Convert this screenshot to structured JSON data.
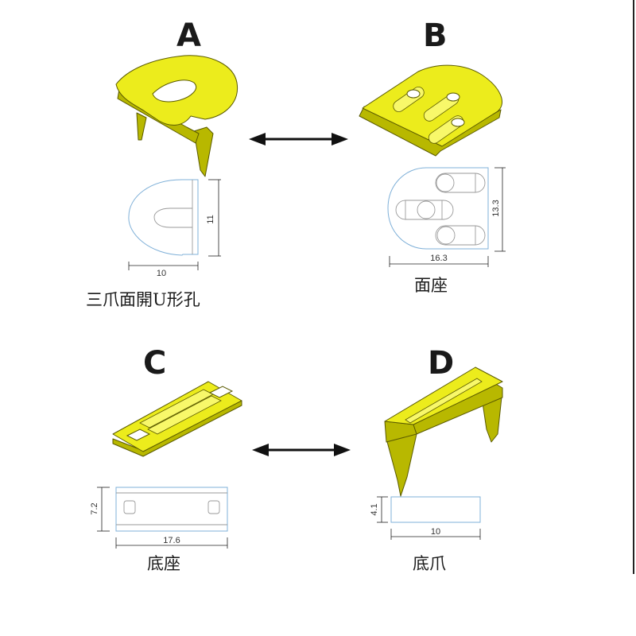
{
  "panels": {
    "A": {
      "letter": "A",
      "dimension_width": "10",
      "dimension_height": "11",
      "caption": "三爪面開U形孔"
    },
    "B": {
      "letter": "B",
      "dimension_width": "16.3",
      "dimension_height": "13.3",
      "caption": "面座"
    },
    "C": {
      "letter": "C",
      "dimension_width": "17.6",
      "dimension_height": "7.2",
      "caption": "底座"
    },
    "D": {
      "letter": "D",
      "dimension_width": "10",
      "dimension_height": "4.1",
      "caption": "底爪"
    }
  },
  "colors": {
    "part_fill": "#ecec1c",
    "part_shadow": "#b8b800",
    "drawing_outline": "#7fb0d8",
    "arrow": "#111111"
  }
}
